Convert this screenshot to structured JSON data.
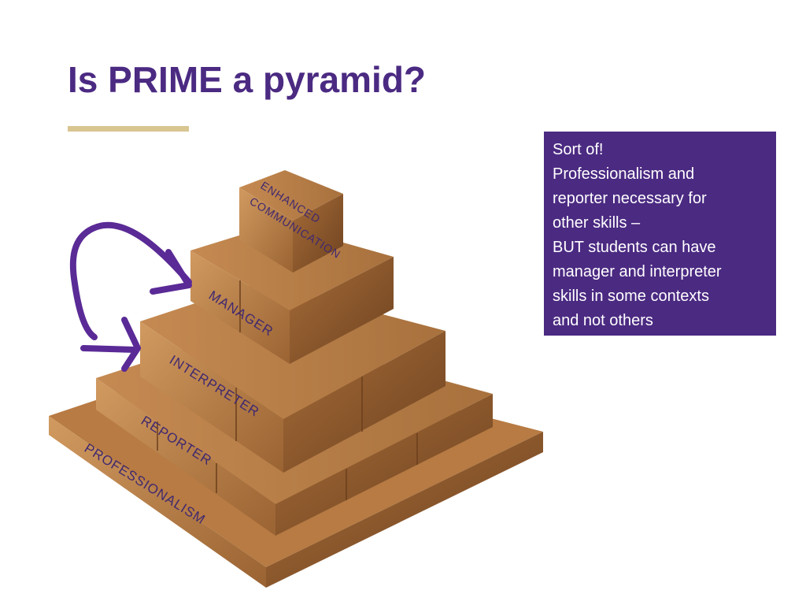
{
  "slide": {
    "title": "Is PRIME a pyramid?",
    "note_lines": [
      "Sort of!",
      "Professionalism and",
      "reporter necessary for",
      "other skills –",
      "BUT students can have",
      "manager and interpreter",
      "skills in some contexts",
      "and not others"
    ]
  },
  "pyramid": {
    "levels": [
      {
        "line1": "ENHANCED",
        "line2": "COMMUNICATION"
      },
      {
        "label": "MANAGER"
      },
      {
        "label": "INTERPRETER"
      },
      {
        "label": "REPORTER"
      },
      {
        "label": "PROFESSIONALISM"
      }
    ]
  },
  "colors": {
    "accent_purple": "#4b2a82",
    "title_rule": "#d8c590",
    "wood_light": "#c8925a",
    "wood_dark": "#7a4a22",
    "arrow": "#5a2a96"
  }
}
